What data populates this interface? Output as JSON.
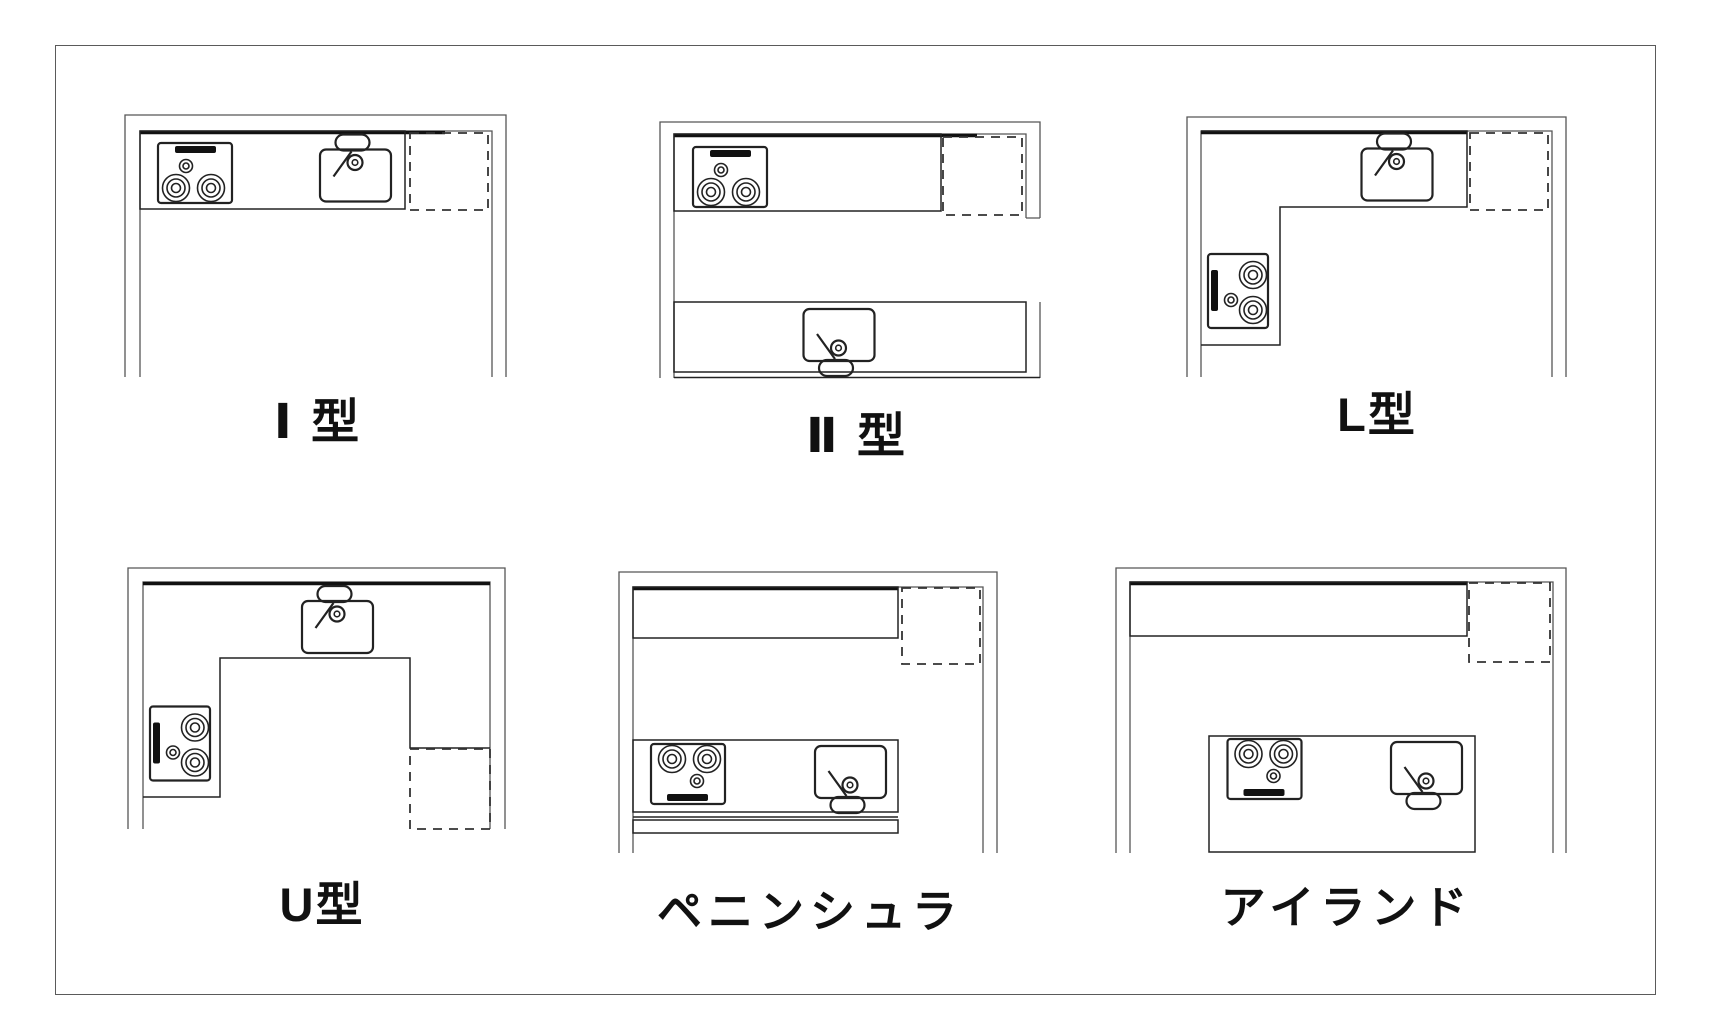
{
  "figure": {
    "background_color": "#ffffff",
    "line_color": "#222222",
    "border_color": "#5a5a5a",
    "layouts": [
      {
        "id": "i-type",
        "label": "Ⅰ 型",
        "fixtures": [
          "stove",
          "sink",
          "refrigerator"
        ]
      },
      {
        "id": "ii-type",
        "label": "Ⅱ 型",
        "fixtures": [
          "stove",
          "sink",
          "refrigerator"
        ]
      },
      {
        "id": "l-type",
        "label": "L型",
        "fixtures": [
          "stove",
          "sink",
          "refrigerator"
        ]
      },
      {
        "id": "u-type",
        "label": "U型",
        "fixtures": [
          "stove",
          "sink",
          "refrigerator"
        ]
      },
      {
        "id": "peninsula",
        "label": "ペニンシュラ",
        "fixtures": [
          "stove",
          "sink",
          "refrigerator"
        ]
      },
      {
        "id": "island",
        "label": "アイランド",
        "fixtures": [
          "stove",
          "sink",
          "refrigerator"
        ]
      }
    ]
  }
}
